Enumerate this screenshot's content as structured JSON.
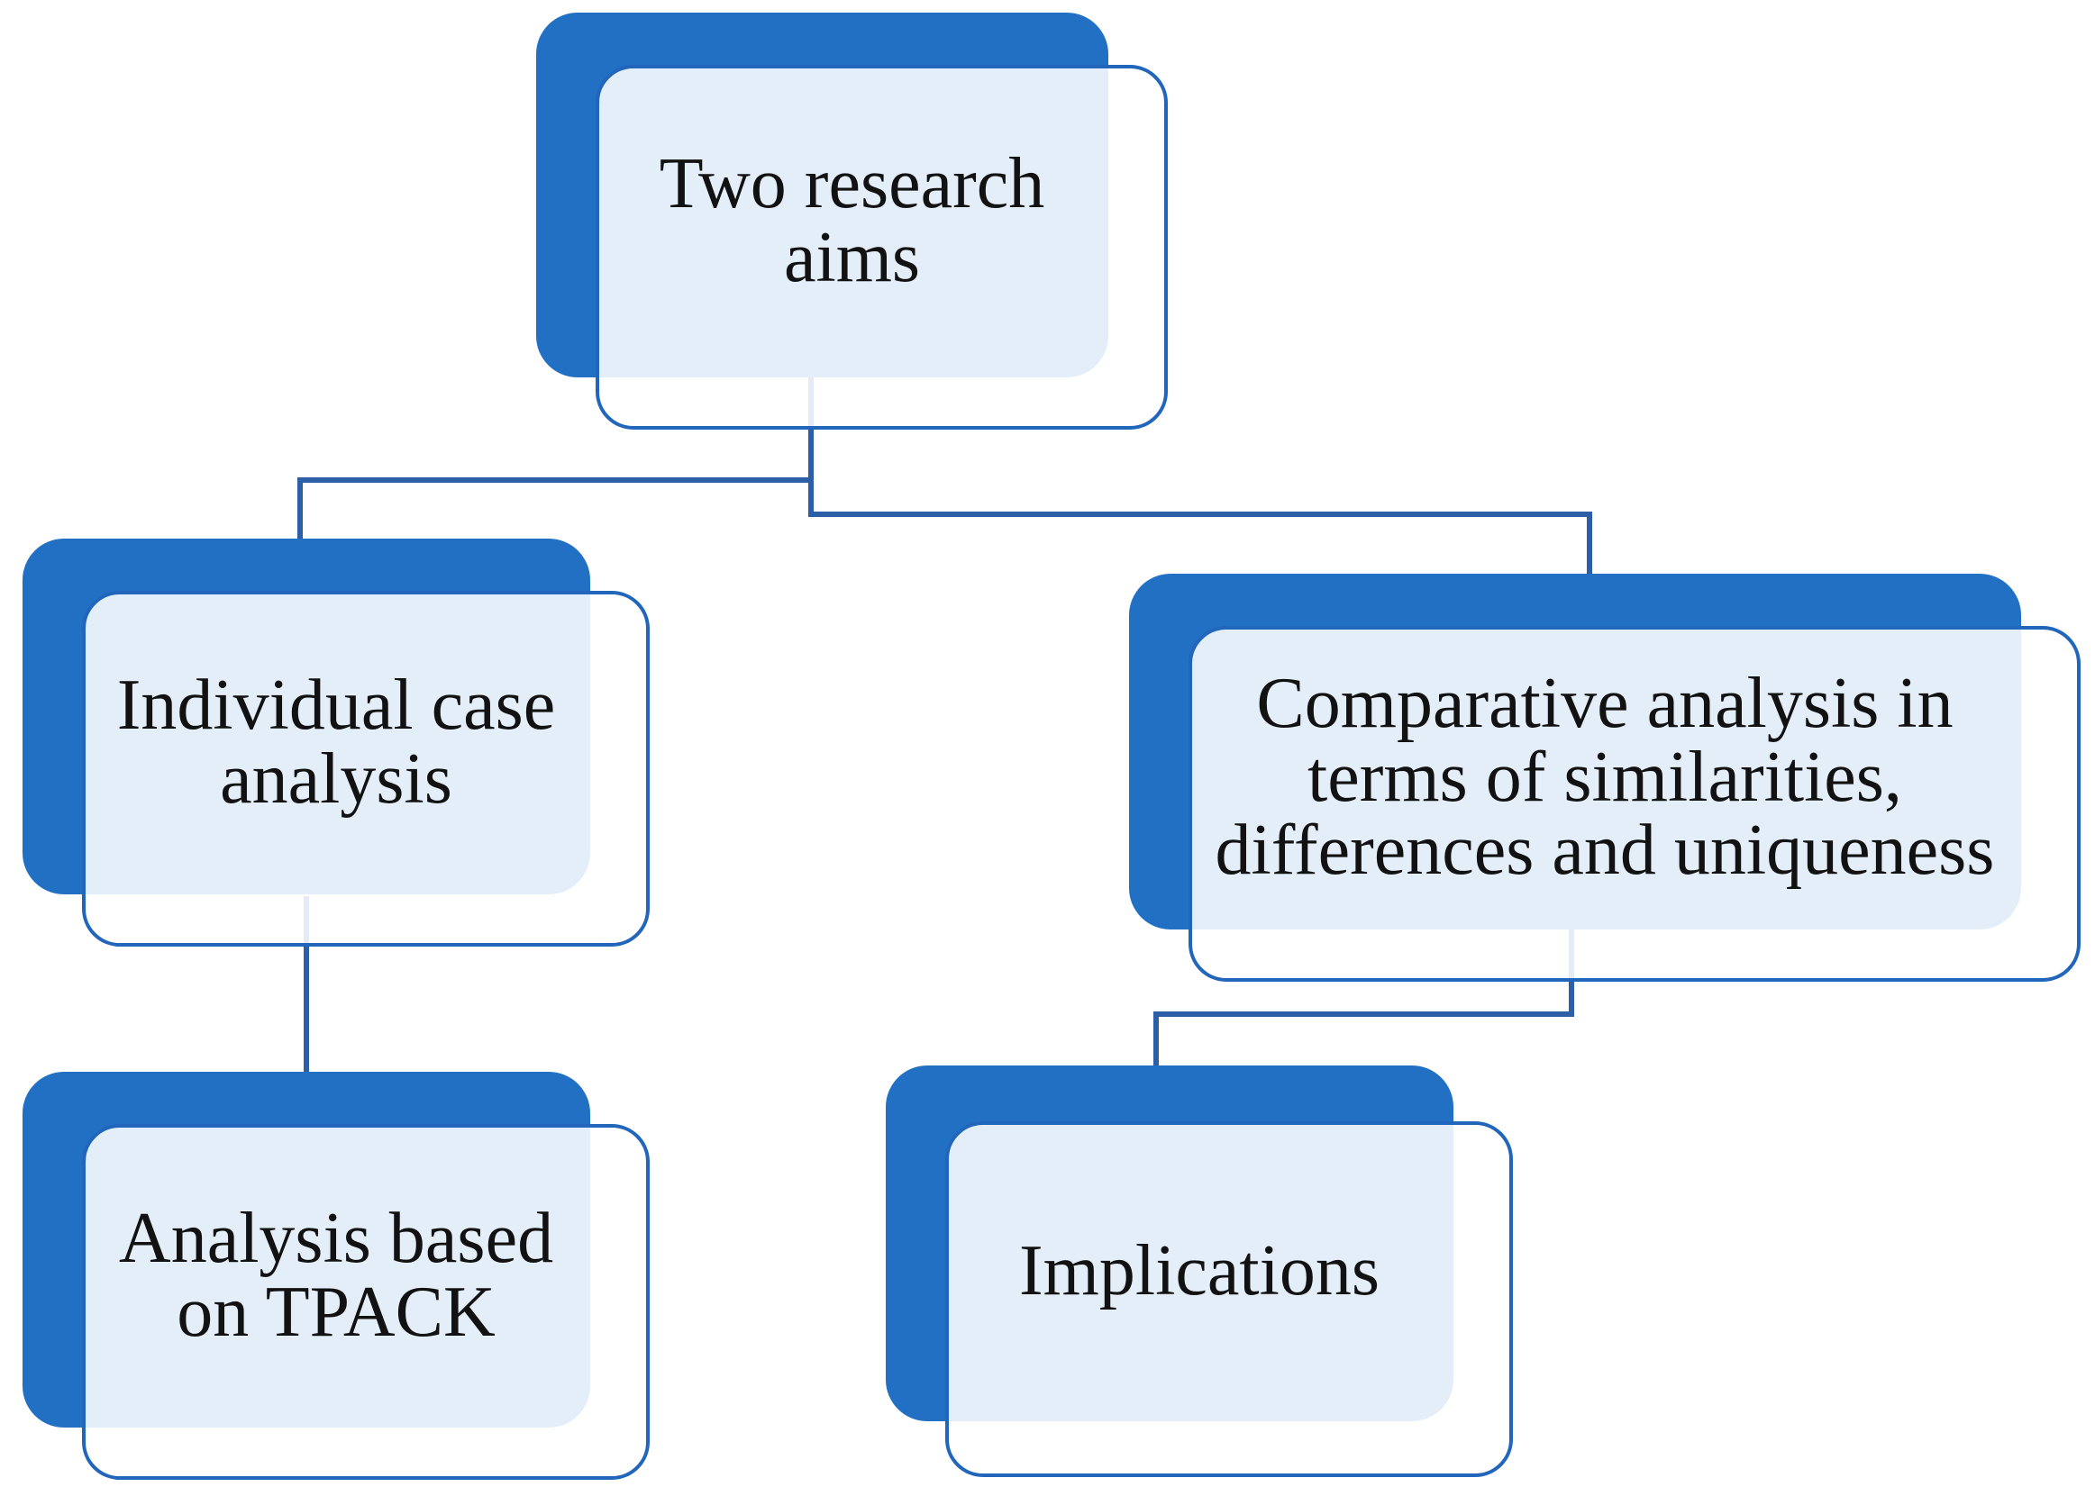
{
  "diagram": {
    "type": "flowchart",
    "nodes": {
      "aims": {
        "lines": [
          "Two research",
          "aims"
        ]
      },
      "individual": {
        "lines": [
          "Individual case",
          "analysis"
        ]
      },
      "comparative": {
        "lines": [
          "Comparative analysis in",
          "terms of similarities,",
          "differences and uniqueness"
        ]
      },
      "tpack": {
        "lines": [
          "Analysis based",
          "on TPACK"
        ]
      },
      "implications": {
        "lines": [
          "Implications"
        ]
      }
    },
    "edges": [
      {
        "from": "aims",
        "to": "individual"
      },
      {
        "from": "aims",
        "to": "comparative"
      },
      {
        "from": "individual",
        "to": "tpack"
      },
      {
        "from": "comparative",
        "to": "implications"
      }
    ],
    "colors": {
      "box_blue": "#2170c4",
      "front_border": "#2166bb",
      "connector": "#2d5fa8",
      "text": "#121212",
      "canvas_bg": "#ffffff"
    }
  }
}
